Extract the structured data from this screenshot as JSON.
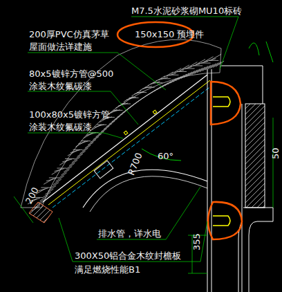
{
  "diagram": {
    "labels": [
      "M7.5水泥砂浆砌MU10标砖",
      "150x150 预埋件",
      "200厚PVC仿真茅草",
      "屋面做法详建施",
      "80x5镀锌方管@500",
      "涂装木纹氟碳漆",
      "100x80x5镀锌方管",
      "涂装木纹氟碳漆",
      "60°",
      "R700",
      "200",
      "排水管，详水电",
      "300X50铝合金木纹封檐板",
      "满足燃烧性能B1",
      "355",
      "50"
    ]
  }
}
